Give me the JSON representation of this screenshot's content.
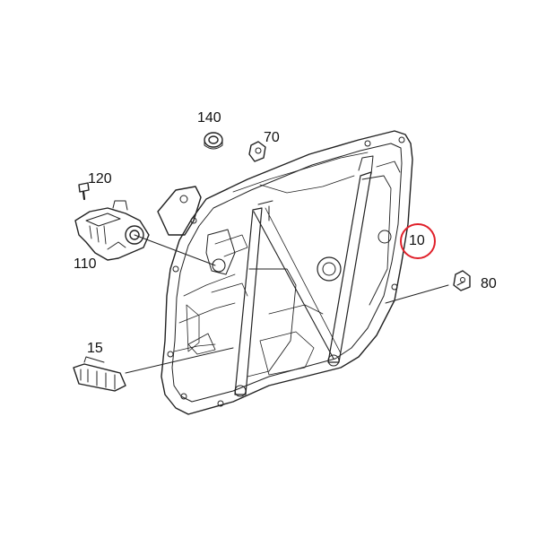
{
  "diagram": {
    "callouts": {
      "part_140": "140",
      "part_70": "70",
      "part_120": "120",
      "part_110": "110",
      "part_10": "10",
      "part_80": "80",
      "part_15": "15"
    },
    "highlighted_part": "10",
    "highlight_color": "#e0202a",
    "line_color": "#222222"
  }
}
